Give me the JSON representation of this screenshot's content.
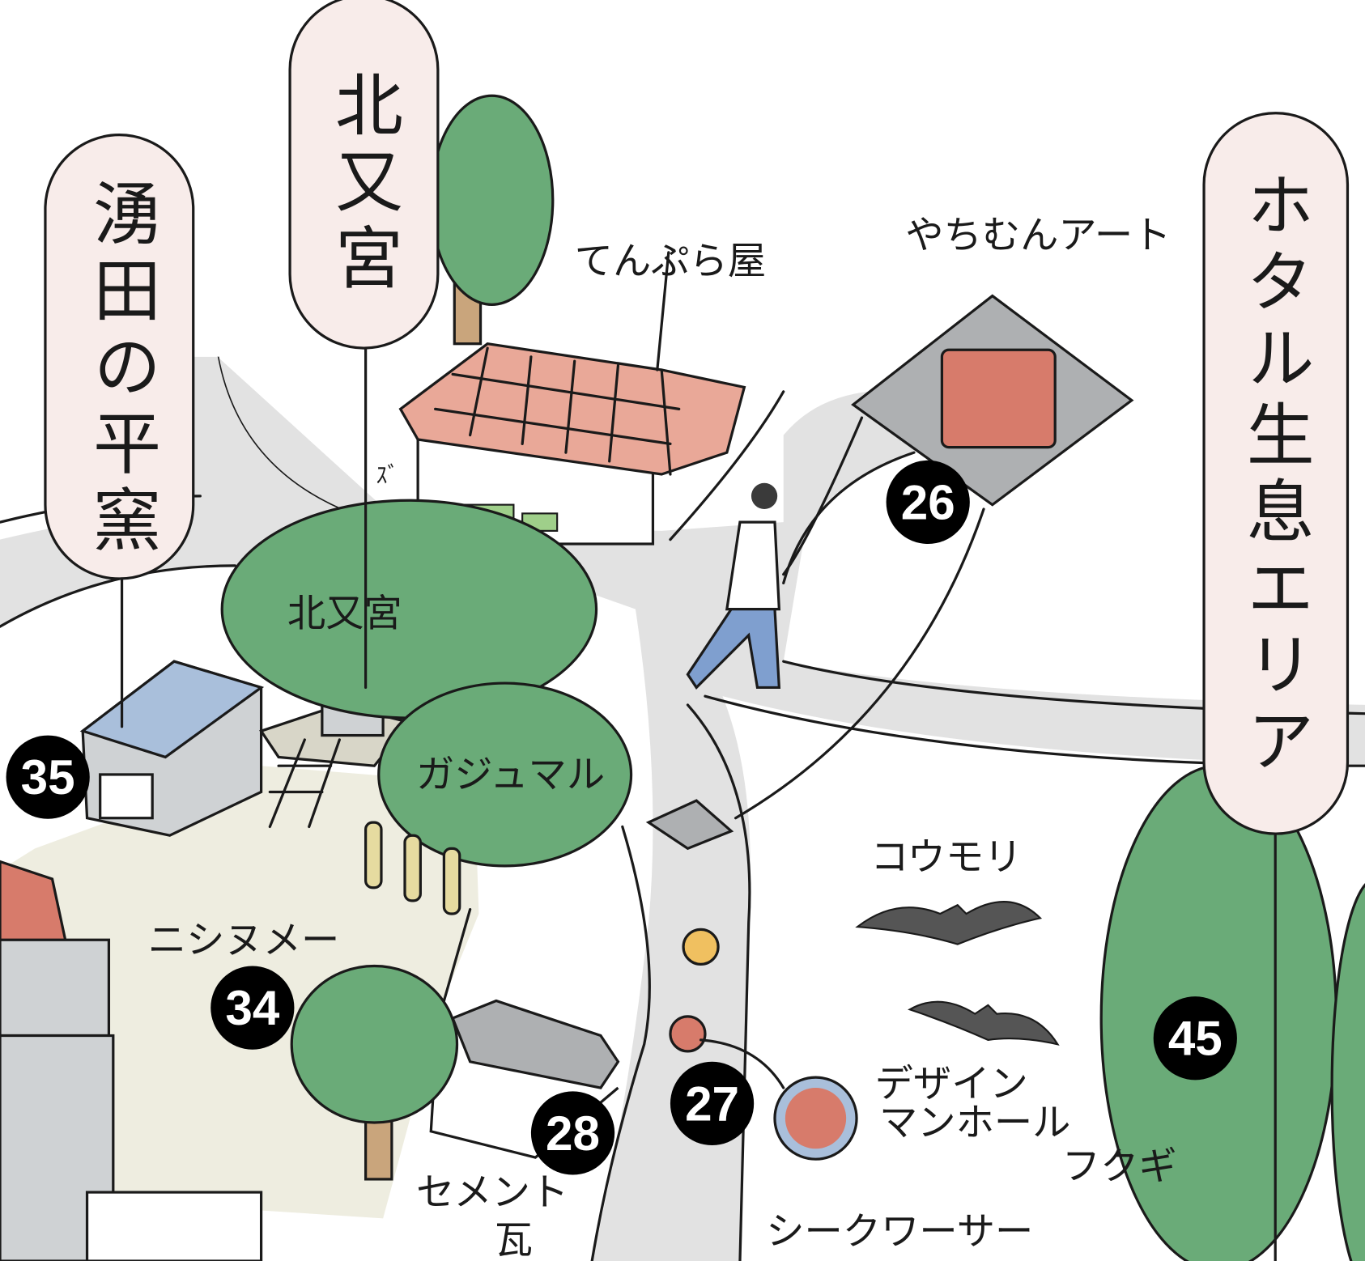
{
  "bubbles": {
    "wakuta": "湧田の平窯",
    "kitamata_shrine": "北又宮",
    "firefly": "ホタル生息エリア"
  },
  "labels": {
    "tempura": "てんぷら屋",
    "yachimun": "やちむんアート",
    "shrine_tree": "北又宮",
    "gajumaru": "ガジュマル",
    "bats": "コウモリ",
    "nishinume": "ニシヌメー",
    "manhole_1": "デザイン",
    "manhole_2": "マンホール",
    "cement_1": "セメント",
    "cement_2": "瓦",
    "fukugi": "フクギ",
    "shikuwasa": "シークワーサー",
    "vending": "ｽﾞ"
  },
  "markers": [
    "26",
    "27",
    "28",
    "34",
    "35",
    "45"
  ],
  "colors": {
    "road": "#e2e2e2",
    "plaza": "#eeede0",
    "tree": "#6aab78",
    "roof": "#e9a898",
    "bubble": "#f8ecea",
    "marker": "#000000"
  }
}
